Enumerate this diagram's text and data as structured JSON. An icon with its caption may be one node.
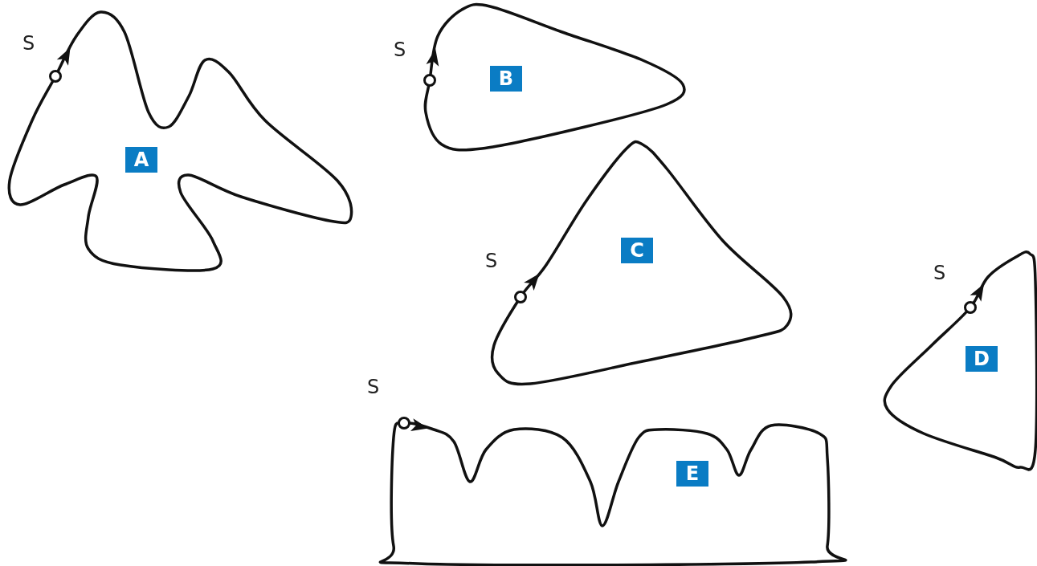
{
  "diagram": {
    "nodes": [
      {
        "text": [
          "A"
        ],
        "beside": [
          "S"
        ]
      },
      {
        "text": [
          "B"
        ],
        "beside": [
          "S"
        ]
      },
      {
        "text": [
          "C"
        ],
        "beside": [
          "S"
        ]
      },
      {
        "text": [
          "D"
        ],
        "beside": [
          "S"
        ]
      },
      {
        "text": [
          "E"
        ],
        "beside": [
          "S"
        ]
      }
    ]
  }
}
